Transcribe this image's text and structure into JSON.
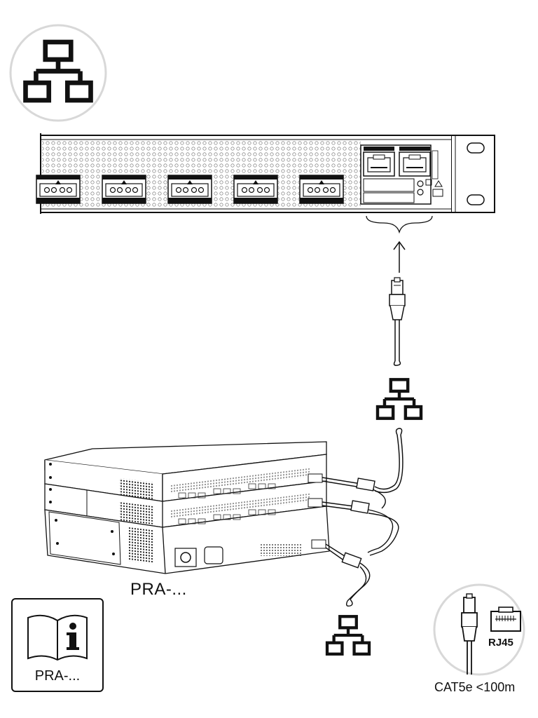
{
  "labels": {
    "amplifier_model": "PRA-...",
    "manual_model": "PRA-...",
    "connector": "RJ45",
    "cable_spec": "CAT5e <100m"
  },
  "icons": {
    "top_badge": "network-icon",
    "mid_network": "network-icon",
    "bottom_network": "network-icon",
    "manual": "manual-info-icon",
    "connector": "rj45-plug-icon"
  },
  "colors": {
    "badge_circle": "#d8d8d8",
    "line": "#111111",
    "panel": "#ffffff"
  }
}
